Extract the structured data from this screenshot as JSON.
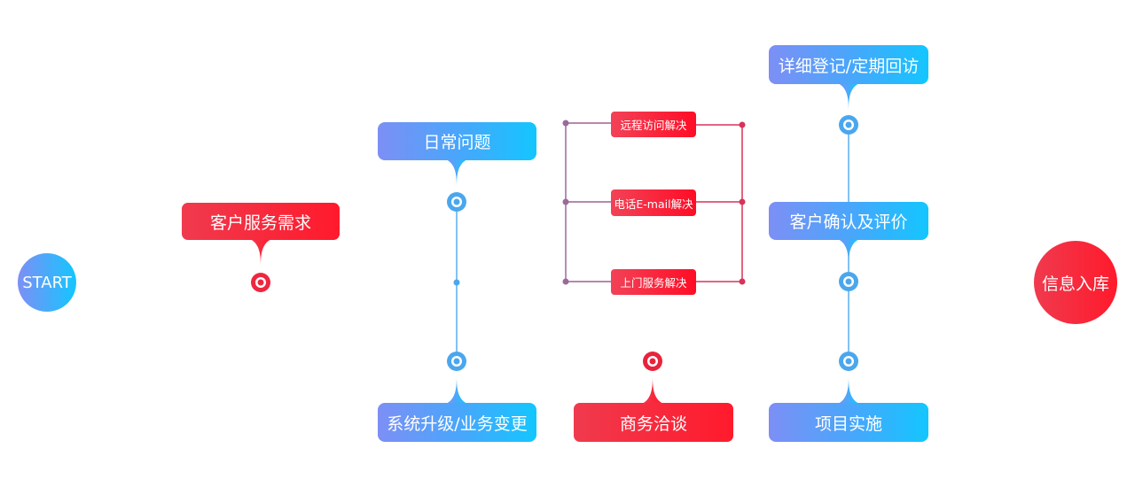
{
  "start_label": "START",
  "end_label": "信息入库",
  "customer_need": "客户服务需求",
  "daily_issue": "日常问题",
  "system_upgrade": "系统升级/业务变更",
  "business_talk": "商务洽谈",
  "project_impl": "项目实施",
  "confirm_eval": "客户确认及评价",
  "register_visit": "详细登记/定期回访",
  "solutions": {
    "remote": "远程访问解决",
    "phone": "电话E-mail解决",
    "onsite": "上门服务解决"
  },
  "colors": {
    "blue_start": "#7d8ff5",
    "blue_end": "#13c6ff",
    "red": "#ff1a2c",
    "node_blue": "#4aa7ee",
    "node_red": "#e8233c",
    "dot_purple": "#9b6a9a",
    "dot_red": "#d6345a"
  }
}
